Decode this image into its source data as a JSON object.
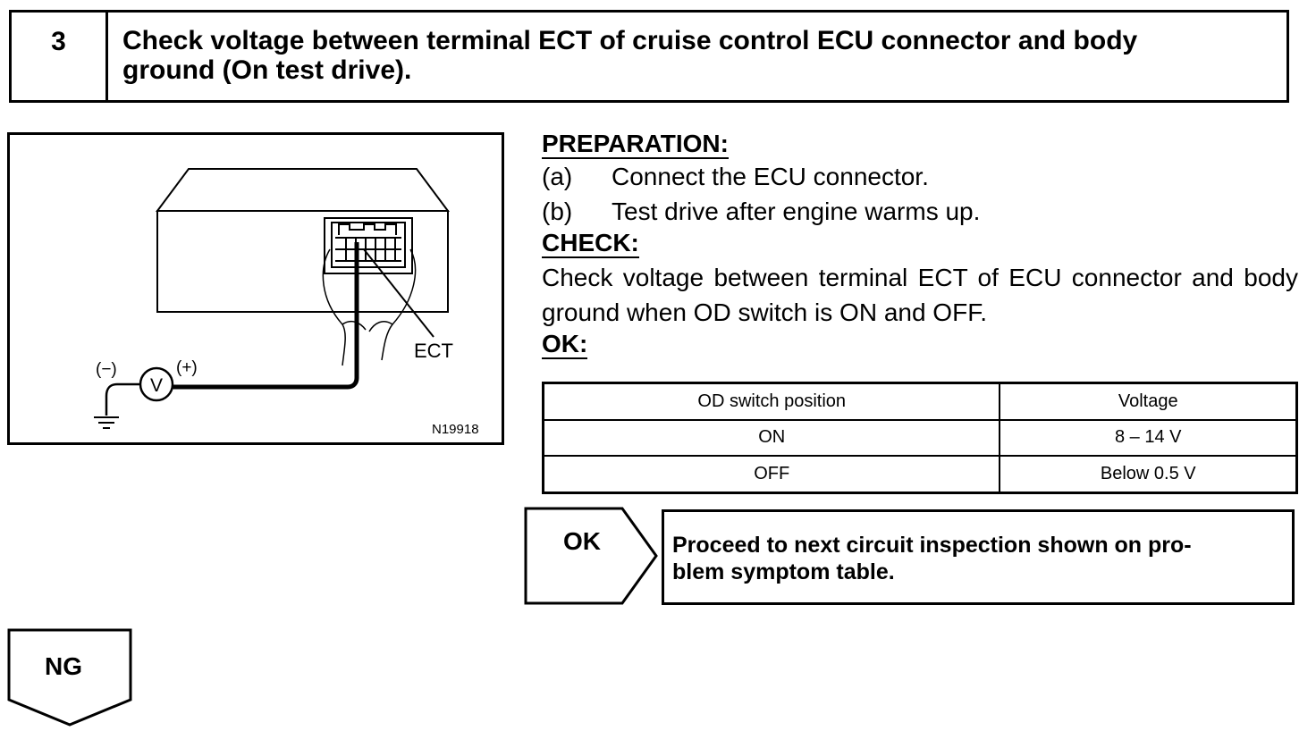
{
  "step": {
    "number": "3",
    "title_line1": "Check voltage between terminal ECT of cruise control ECU connector and body",
    "title_line2": "ground (On test drive)."
  },
  "figure": {
    "terminal_label": "ECT",
    "meter_symbol": "V",
    "neg_label": "(−)",
    "pos_label": "(+)",
    "figure_code": "N19918"
  },
  "preparation": {
    "heading": "PREPARATION:",
    "items": [
      {
        "letter": "(a)",
        "text": "Connect the ECU connector."
      },
      {
        "letter": "(b)",
        "text": "Test drive after engine warms up."
      }
    ]
  },
  "check": {
    "heading": "CHECK:",
    "text": "Check voltage between terminal ECT of ECU connector and body ground when OD switch is ON and OFF."
  },
  "ok": {
    "heading": "OK:",
    "table": {
      "headers": [
        "OD switch position",
        "Voltage"
      ],
      "rows": [
        [
          "ON",
          "8 – 14 V"
        ],
        [
          "OFF",
          "Below 0.5 V"
        ]
      ]
    }
  },
  "ok_branch": {
    "label": "OK",
    "result": "Proceed to next circuit inspection shown on problem symptom table.",
    "result_line1": "Proceed to next circuit inspection shown on pro-",
    "result_line2": "blem symptom table."
  },
  "ng_branch": {
    "label": "NG"
  }
}
